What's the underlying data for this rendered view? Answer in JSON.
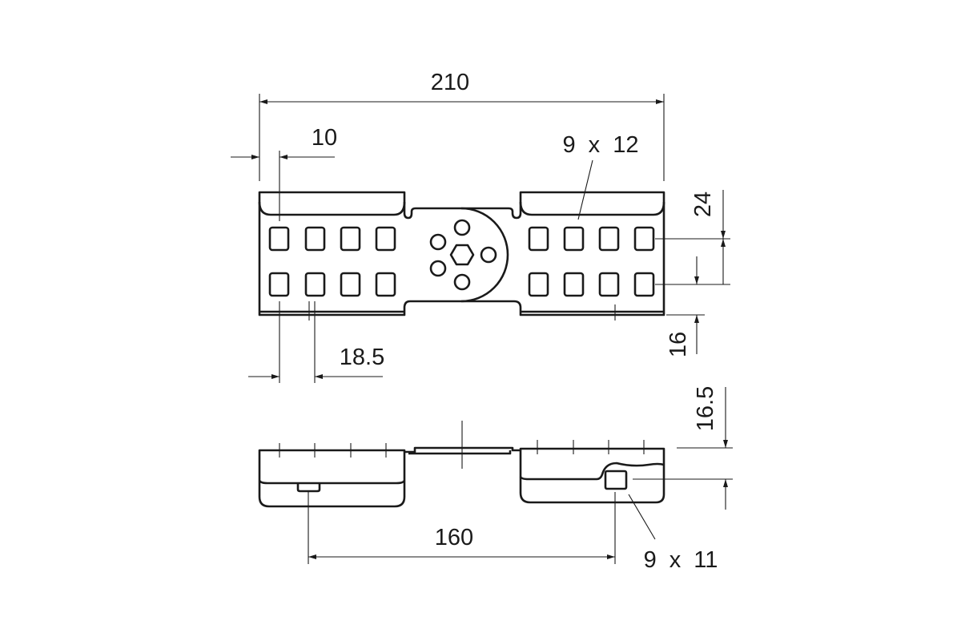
{
  "drawing": {
    "top_view": {
      "overall_length": "210",
      "edge_offset": "10",
      "slot_size_top": "9 x 12",
      "row_spacing": "24",
      "row_offset": "16",
      "hole_pitch": "18.5"
    },
    "side_view": {
      "height": "16.5",
      "hole_distance": "160",
      "slot_size_side": "9 x 11"
    },
    "line_color": "#1a1a1a"
  }
}
